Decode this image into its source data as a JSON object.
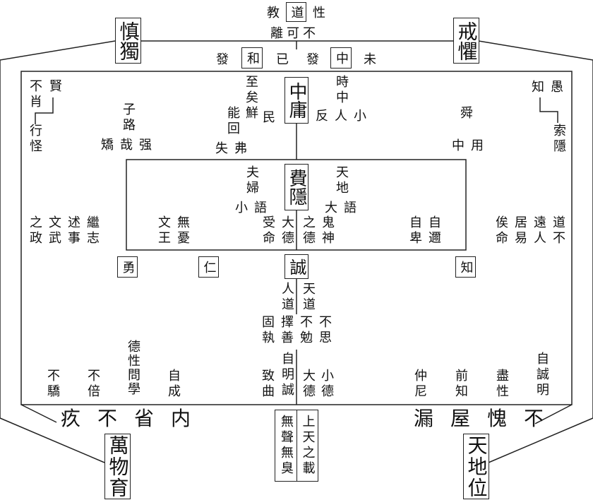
{
  "boxes": {
    "shendu": "慎獨",
    "jieju": "戒懼",
    "dao": "道",
    "he": "和",
    "zhong": "中",
    "zhongyong": "中庸",
    "feiyin": "費隱",
    "yong": "勇",
    "ren": "仁",
    "zhi": "知",
    "cheng": "誠",
    "wuwu": "無聲無臭",
    "shangtian": "上天之載",
    "wanwu": "萬物育",
    "tiandi": "天地位"
  },
  "top": {
    "jiao": "教",
    "xing": "性",
    "row2": "離可不",
    "fa1": "發",
    "yi": "已",
    "fa2": "發",
    "wei": "未"
  },
  "upper": {
    "xian": "賢",
    "buxiao": "不肖",
    "xingguai": "行怪",
    "zilu": "子路",
    "jiaozai": "矯哉强",
    "zhiyi": "至矣鮮",
    "min": "民",
    "nenghui": "能回",
    "shifu": "失弗",
    "shizhong": "時中",
    "fanren": "反人小",
    "shun": "舜",
    "zhongyong2": "中用",
    "zhiyu": "知愚",
    "suoyin": "索隱"
  },
  "middle": {
    "fufu": "夫婦",
    "xiaoyu": "小語",
    "tiandi2": "天地",
    "dayu": "大語",
    "jizhi": "繼志\n述事\n文武\n之政",
    "wenwang": "無憂\n文王",
    "shouming": "大德\n受命",
    "guishen": "鬼神\n之德",
    "zibei": "自邇\n自卑",
    "siming": "道不\n遠人\n居易\n俟命"
  },
  "lower": {
    "rendao": "人道",
    "tiandao": "天道",
    "guzhi": "不思\n不勉\n擇善\n固執",
    "dexing": "德性問學",
    "bujiao": "不驕",
    "bubei": "不倍",
    "zicheng": "自成",
    "zhiqu": "致曲",
    "zimingcheng": "自明誠",
    "dade": "大德",
    "xiaode": "小德",
    "zhongni": "仲尼",
    "qianzhi": "前知",
    "jinxing": "盡性",
    "zichengming": "自誠明"
  },
  "bottom": {
    "left": "疚不省内",
    "right": "漏屋愧不"
  }
}
